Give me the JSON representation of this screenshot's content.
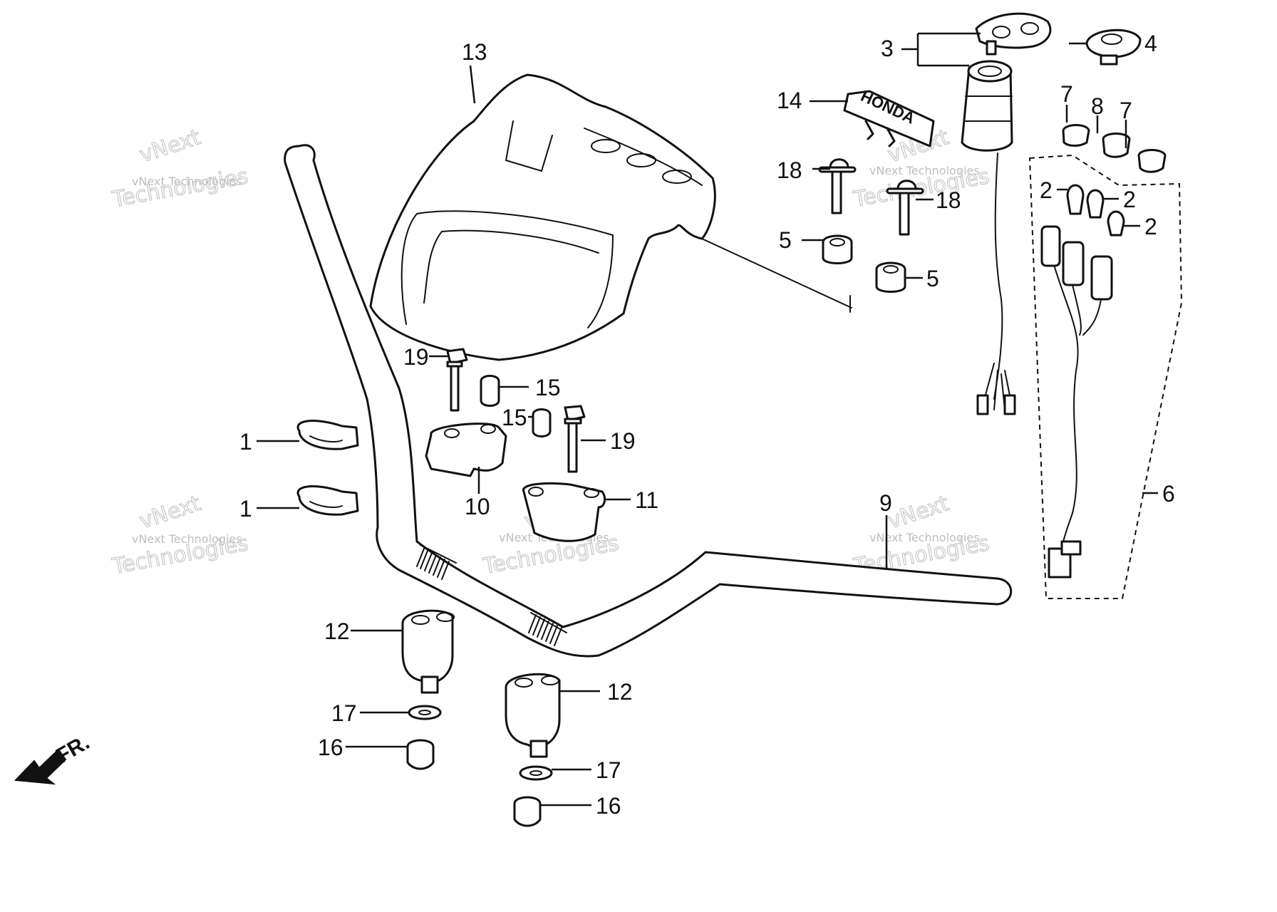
{
  "diagram": {
    "callouts": {
      "c1a": "1",
      "c1b": "1",
      "c2a": "2",
      "c2b": "2",
      "c2c": "2",
      "c3": "3",
      "c4": "4",
      "c5a": "5",
      "c5b": "5",
      "c6": "6",
      "c7a": "7",
      "c7b": "7",
      "c8": "8",
      "c9": "9",
      "c10": "10",
      "c11": "11",
      "c12a": "12",
      "c12b": "12",
      "c13": "13",
      "c14": "14",
      "c15a": "15",
      "c15b": "15",
      "c16a": "16",
      "c16b": "16",
      "c17a": "17",
      "c17b": "17",
      "c18a": "18",
      "c18b": "18",
      "c19a": "19",
      "c19b": "19"
    },
    "emblem_text": "HONDA",
    "direction_label": "FR.",
    "watermark": {
      "line1": "vNext Technologies",
      "line2": "Technologies",
      "logo": "vNext"
    },
    "line_color": "#111111",
    "background": "#ffffff"
  }
}
